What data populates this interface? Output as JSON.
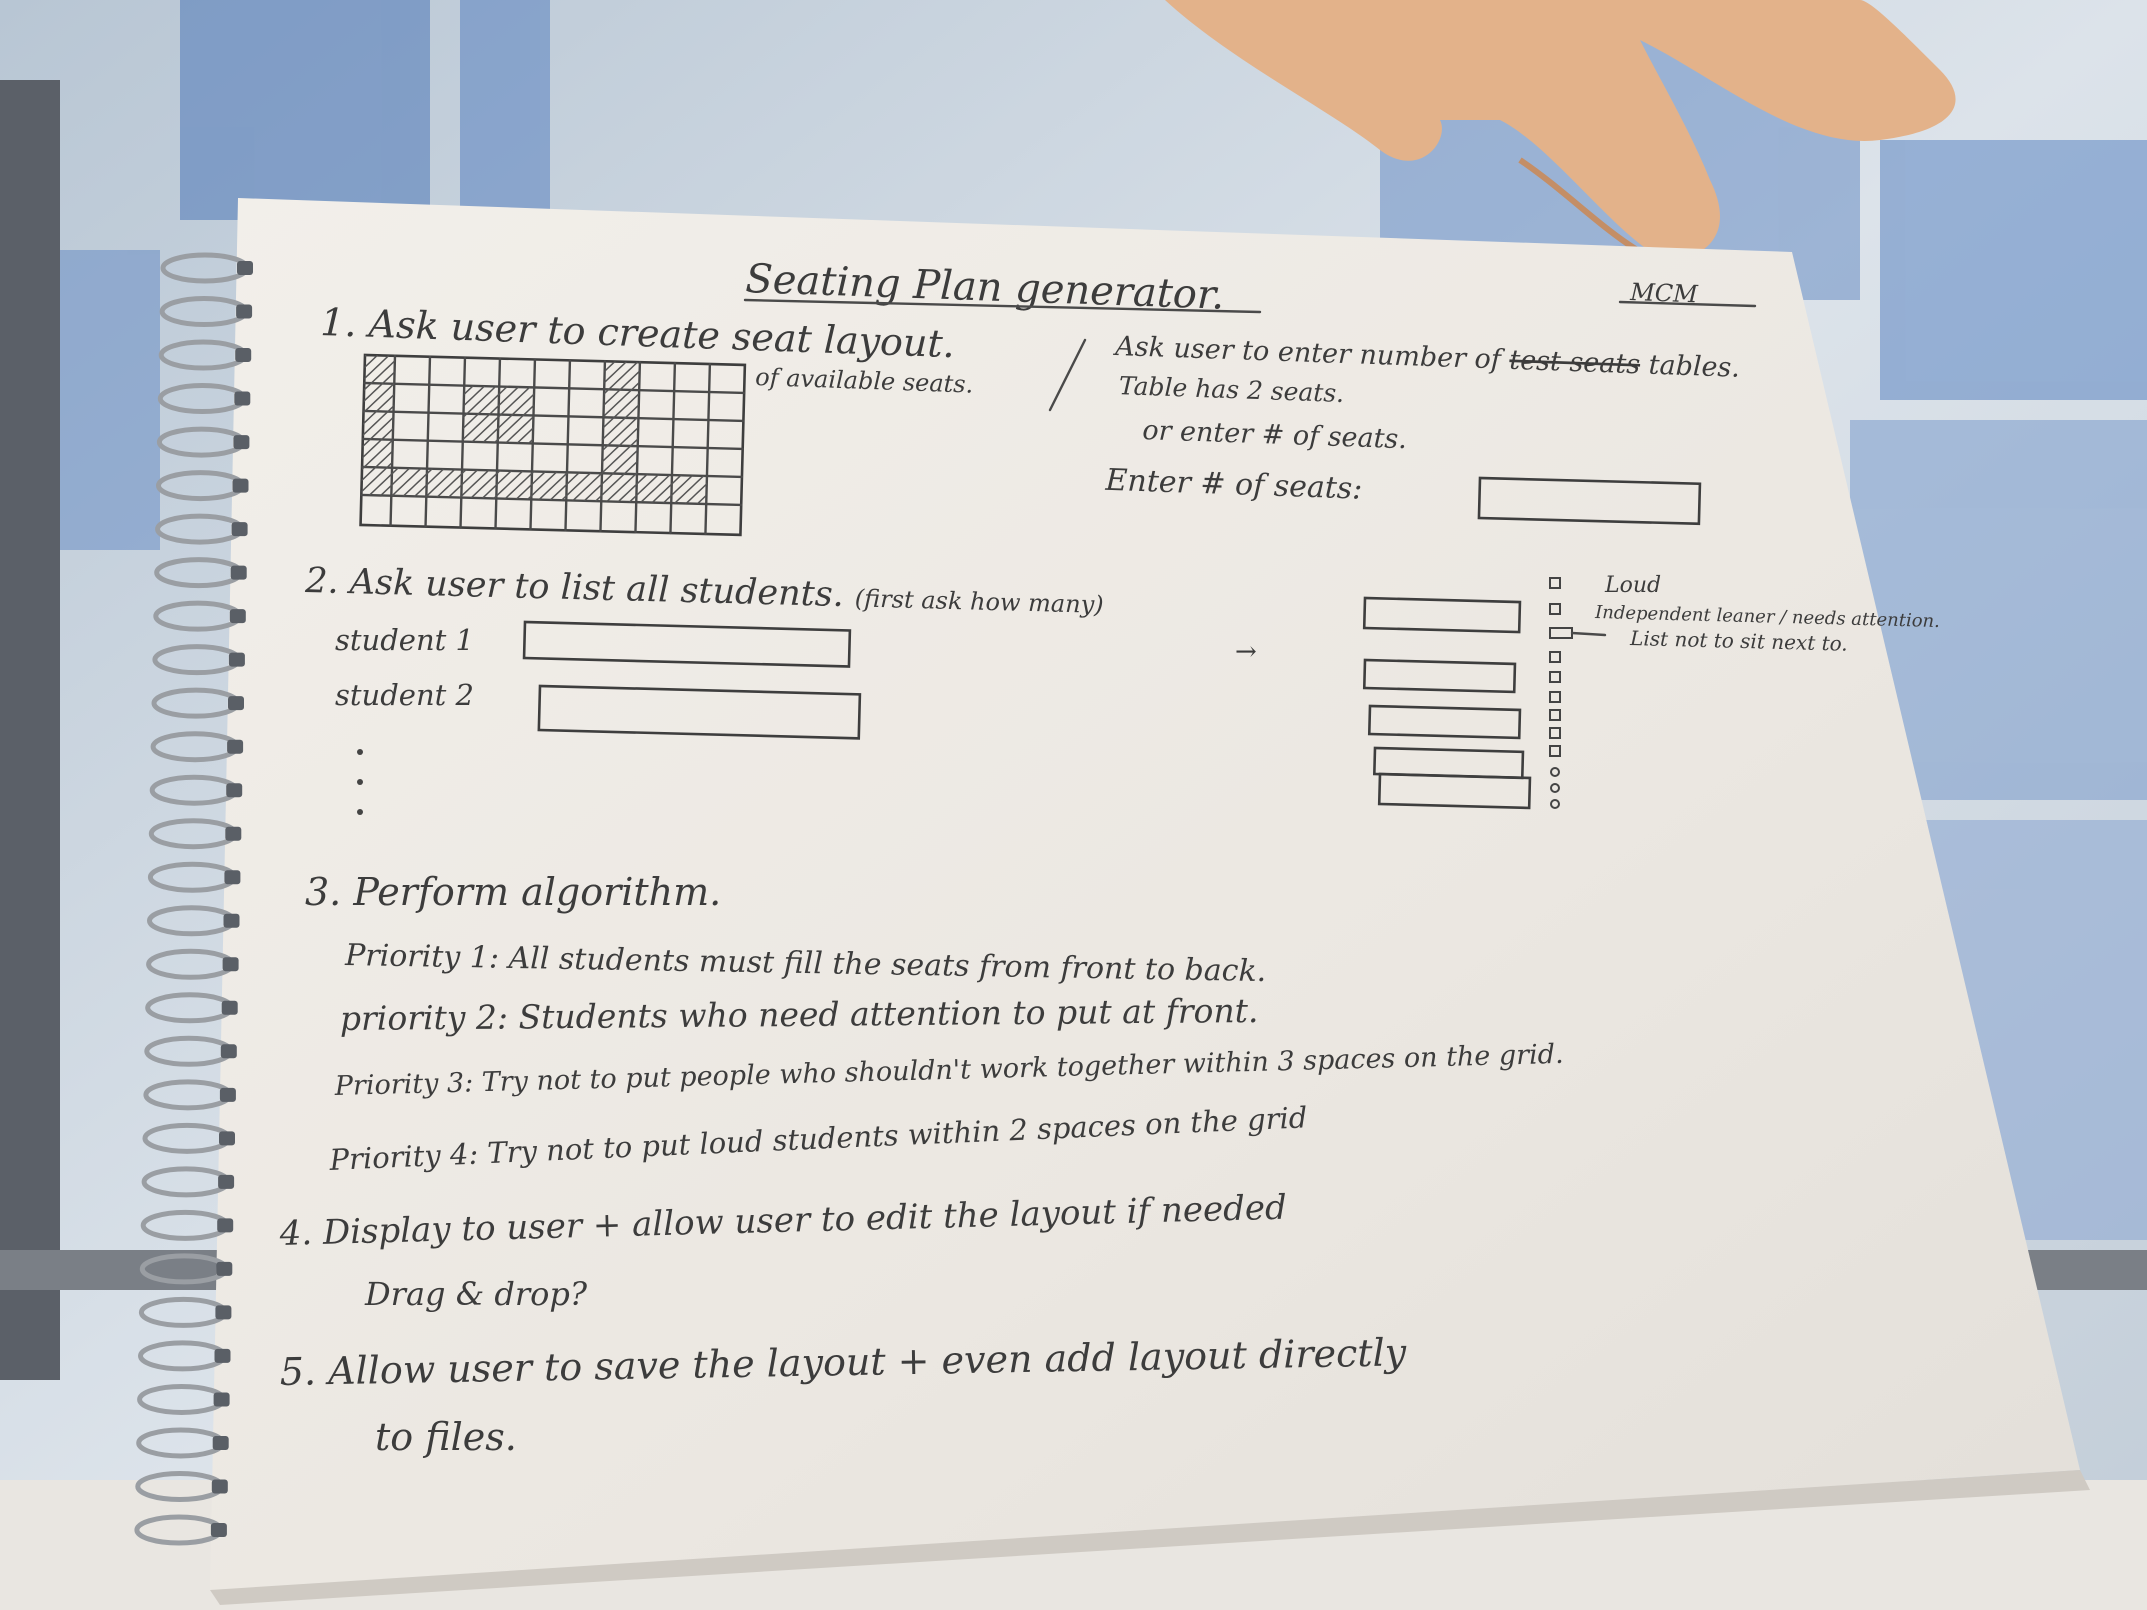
{
  "title": "Seating Plan generator.",
  "corner_mark": "MCM",
  "step1": {
    "label": "1. Ask user to create seat layout.",
    "note": "of available seats.",
    "right": {
      "line1_prefix": "Ask user to enter number of ",
      "line1_struck": "test seats",
      "line1_suffix": " tables.",
      "line2": "Table has 2 seats.",
      "line3": "or enter # of seats.",
      "field_label": "Enter # of seats:"
    }
  },
  "step2": {
    "label": "2. Ask user to list all students.",
    "label_note": "(first ask how many)",
    "student1": "student 1",
    "student2": "student 2",
    "legend": {
      "loud": "Loud",
      "independent": "Independent leaner / needs attention.",
      "list": "List not to sit next to."
    }
  },
  "step3": {
    "label": "3. Perform algorithm.",
    "p1": "Priority 1: All students must fill the seats from front to back.",
    "p2": "priority 2: Students who need attention to put at front.",
    "p3": "Priority 3: Try not to put people who shouldn't work together within 3 spaces on the grid.",
    "p4": "Priority 4: Try not to put loud students within 2 spaces on the grid"
  },
  "step4": {
    "label": "4. Display to user + allow user to edit the layout if needed",
    "note": "Drag & drop?"
  },
  "step5": {
    "line1": "5. Allow user to save the layout + even add layout directly",
    "line2": "to files."
  },
  "colors": {
    "sky": "#c9d3dc",
    "paper": "#eeebe6",
    "ink": "#3c3c3c",
    "spiral": "#9a9ea3",
    "hand": "#e4b58e"
  }
}
